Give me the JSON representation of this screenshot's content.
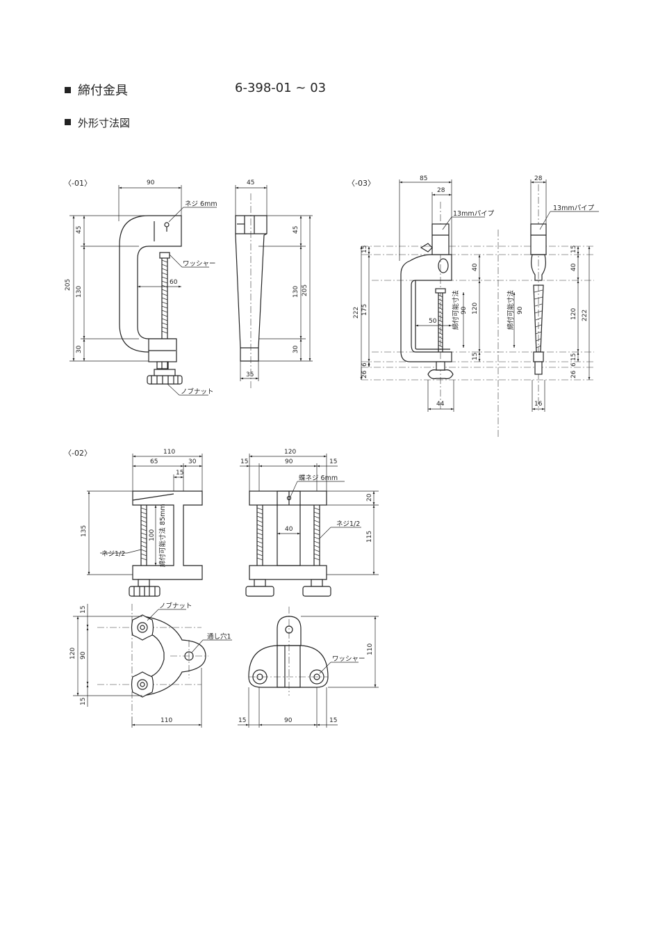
{
  "header": {
    "title": "締付金具",
    "code": "6-398-01 ~ 03",
    "subtitle": "外形寸法図"
  },
  "views": {
    "v01": {
      "label": "〈-01〉",
      "dims": {
        "w90": "90",
        "w45": "45",
        "w60": "60",
        "w35": "35",
        "h45": "45",
        "h130": "130",
        "h205": "205",
        "h30": "30",
        "h45r": "45",
        "h130r": "130",
        "h205r": "205",
        "h30r": "30"
      },
      "callouts": {
        "screw": "ネジ 6mm",
        "washer": "ワッシャー",
        "knob_nut": "ノブナット"
      }
    },
    "v03": {
      "label": "〈-03〉",
      "dims": {
        "w85": "85",
        "w28": "28",
        "w28r": "28",
        "w50": "50",
        "w44": "44",
        "w16": "16",
        "h15a": "15",
        "h40a": "40",
        "h120a": "120",
        "h90a": "90",
        "h15b": "15",
        "h175": "175",
        "h222": "222",
        "h26": "26",
        "h6": "6",
        "h15r": "15",
        "h40r": "40",
        "h120r": "120",
        "h90r": "90",
        "h15r2": "15",
        "h222r": "222",
        "h26r": "26",
        "h6r": "6"
      },
      "callouts": {
        "pipe_left": "13mmパイプ",
        "pipe_right": "13mmパイプ",
        "clamp_range_left": "締付可能寸法",
        "clamp_range_right": "締付可能寸法"
      }
    },
    "v02": {
      "label": "〈-02〉",
      "dims": {
        "w110": "110",
        "w65": "65",
        "w30": "30",
        "w15": "15",
        "w120": "120",
        "w15a": "15",
        "w90": "90",
        "w15b": "15",
        "w40": "40",
        "h135": "135",
        "h100": "100",
        "h20": "20",
        "h115": "115",
        "p15a": "15",
        "p120": "120",
        "p90": "90",
        "p15b": "15",
        "p110": "110",
        "b110": "110",
        "b15a": "15",
        "b90": "90",
        "b15b": "15",
        "bh110": "110"
      },
      "callouts": {
        "clamp_range": "締付可能寸法 85mm",
        "screw_half_left": "ネジ1/2",
        "screw_half_right": "ネジ1/2",
        "hex_screw": "蝶ネジ 6mm",
        "knob_nut": "ノブナット",
        "through_hole": "通し穴1",
        "washer": "ワッシャー"
      }
    }
  }
}
